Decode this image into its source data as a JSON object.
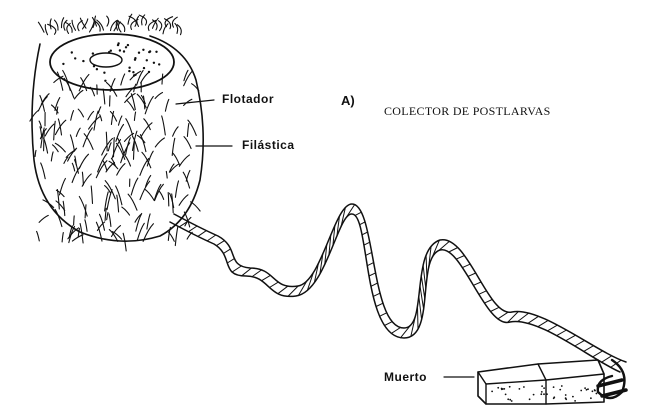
{
  "figure": {
    "marker": "A)",
    "title": "COLECTOR DE POSTLARVAS"
  },
  "labels": {
    "float": "Flotador",
    "plastic": "Filástica",
    "anchor": "Muerto"
  },
  "colors": {
    "ink": "#111111",
    "paper": "#ffffff"
  }
}
